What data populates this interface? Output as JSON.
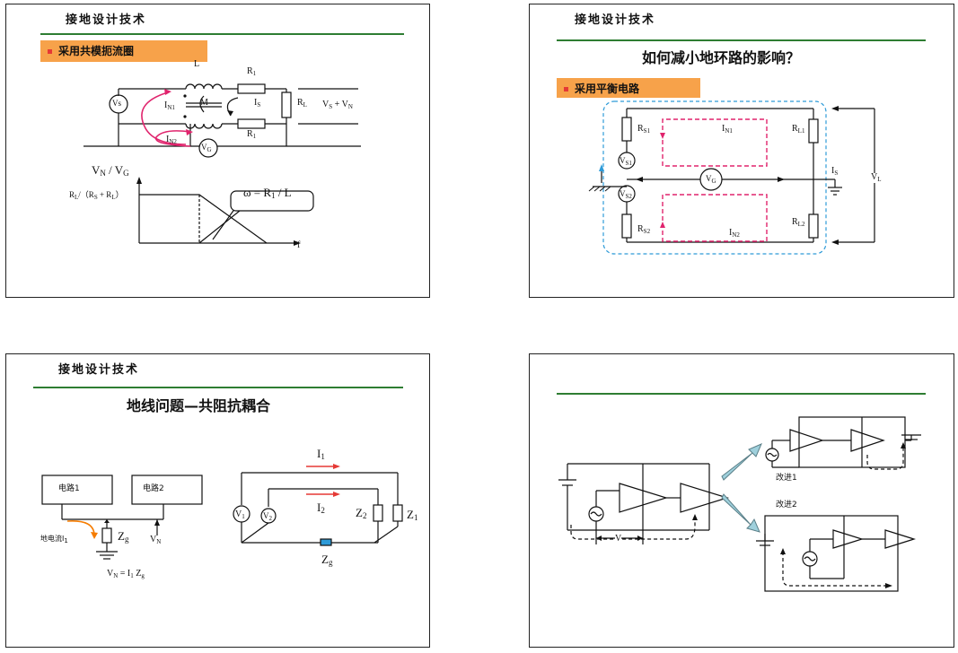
{
  "slide1": {
    "header": "接地设计技术",
    "tag": "采用共模扼流圈",
    "labels": {
      "L": "L",
      "R1a": "R",
      "R1b": "R",
      "sub1": "1",
      "M": "M",
      "IS": "I",
      "IS_sub": "S",
      "RL": "R",
      "RL_sub": "L",
      "VS": "Vs",
      "VG": "V",
      "VG_sub": "G",
      "IN1": "I",
      "IN1_sub": "N1",
      "IN2": "I",
      "IN2_sub": "N2",
      "VSVN": "V",
      "VSVN_s1": "S",
      "VSVN_plus": " + V",
      "VSVN_s2": "N",
      "yaxis": "V",
      "yaxis_s1": "N",
      "yaxis_mid": " / V",
      "yaxis_s2": "G",
      "plateau": "R",
      "plateau_s1": "L",
      "plateau_mid": "/（R",
      "plateau_s2": "S",
      "plateau_plus": " + R",
      "plateau_s3": "L",
      "plateau_end": "）",
      "omega": "ω = R",
      "omega_sub": "1",
      "omega_end": " / L",
      "f": "f"
    }
  },
  "slide2": {
    "header": "接地设计技术",
    "title": "如何减小地环路的影响？",
    "tag": "采用平衡电路",
    "labels": {
      "RS1": "R",
      "RS1_sub": "S1",
      "RS2": "R",
      "RS2_sub": "S2",
      "RL1": "R",
      "RL1_sub": "L1",
      "RL2": "R",
      "RL2_sub": "L2",
      "VS1": "V",
      "VS1_sub": "S1",
      "VS2": "V",
      "VS2_sub": "S2",
      "VG": "V",
      "VG_sub": "G",
      "IN1": "I",
      "IN1_sub": "N1",
      "IN2": "I",
      "IN2_sub": "N2",
      "IS": "I",
      "IS_sub": "S",
      "VL": "V",
      "VL_sub": "L"
    }
  },
  "slide3": {
    "header": "接地设计技术",
    "title": "地线问题—共阻抗耦合",
    "labels": {
      "circuit1": "电路1",
      "circuit2": "电路2",
      "groundCurrent": "地电流I",
      "groundCurrent_sub": "1",
      "Zg": "Z",
      "Zg_sub": "g",
      "VN": "V",
      "VN_sub": "N",
      "eq": "V",
      "eq_s1": "N",
      "eq_mid": " = I",
      "eq_s2": "1",
      "eq_mid2": " Z",
      "eq_s3": "g",
      "I1": "I",
      "I1_sub": "1",
      "I2": "I",
      "I2_sub": "2",
      "V1": "V",
      "V1_sub": "1",
      "V2": "V",
      "V2_sub": "2",
      "Z1": "Z",
      "Z1_sub": "1",
      "Z2": "Z",
      "Z2_sub": "2",
      "Zg2": "Z",
      "Zg2_sub": "g"
    }
  },
  "slide4": {
    "labels": {
      "improve1": "改进1",
      "improve2": "改进2",
      "V": "V"
    }
  }
}
